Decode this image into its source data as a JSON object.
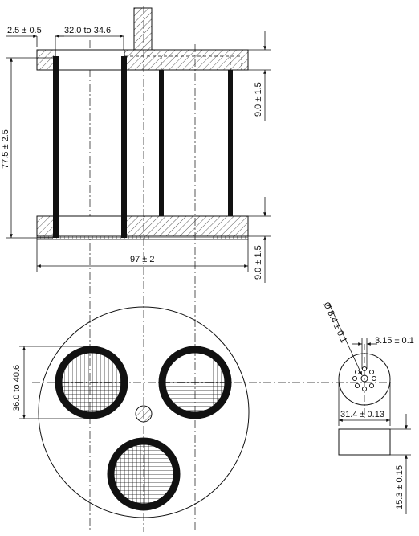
{
  "colors": {
    "ink": "#111111",
    "hatch": "#333333",
    "background": "#ffffff"
  },
  "side_view": {
    "dim_rod_offset": "2.5 ± 0.5",
    "dim_sieve_diameter": "32.0 to 34.6",
    "dim_height": "77.5 ± 2.5",
    "dim_plate_top": "9.0 ± 1.5",
    "dim_plate_bottom": "9.0 ± 1.5",
    "dim_width": "97 ± 2"
  },
  "plan_view": {
    "dim_ring_diameter": "36.0 to 40.6"
  },
  "detail": {
    "dim_bore": "Ø 8.4 ± 0.1",
    "dim_hole_spacing": "3.15 ± 0.1",
    "dim_disc_diameter": "31.4 ± 0.13",
    "dim_disc_thickness": "15.3 ± 0.15"
  }
}
